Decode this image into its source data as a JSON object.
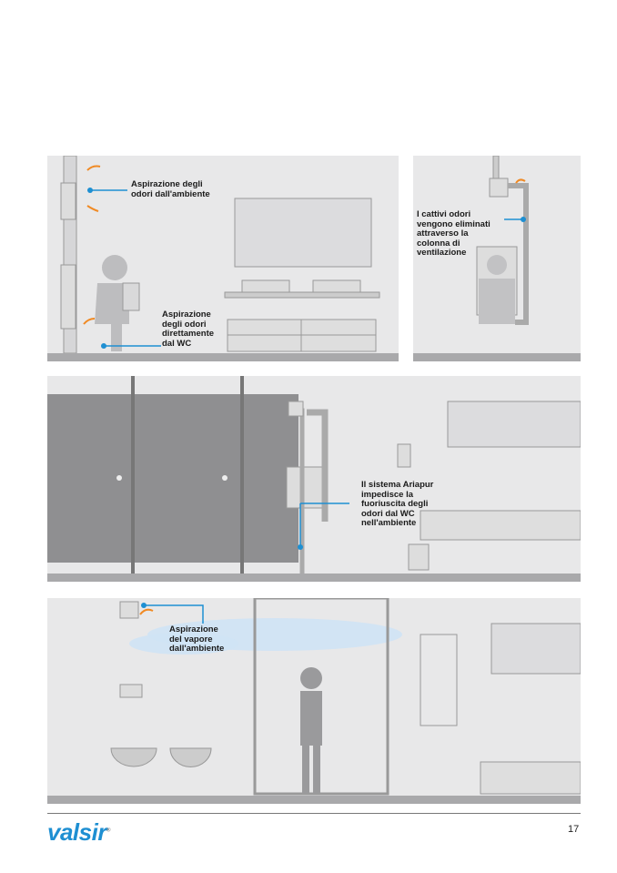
{
  "panels": {
    "toilet": {
      "label_room": "Aspirazione degli\nodori dall'ambiente",
      "label_wc": "Aspirazione\ndegli odori\ndirettamente\ndal WC"
    },
    "column": {
      "label": "I cattivi odori\nvengono eliminati\nattraverso la\ncolonna di\nventilazione"
    },
    "public": {
      "label": "Il sistema Ariapur\nimpedisce la\nfuoriuscita degli\nodori dal WC\nnell'ambiente"
    },
    "shower": {
      "label": "Aspirazione\ndel vapore\ndall'ambiente"
    }
  },
  "footer": {
    "brand": "valsir",
    "page_number": "17"
  },
  "colors": {
    "accent_blue": "#1e8fd2",
    "arrow_orange": "#f08a24",
    "panel_bg": "#e8e8e9"
  }
}
